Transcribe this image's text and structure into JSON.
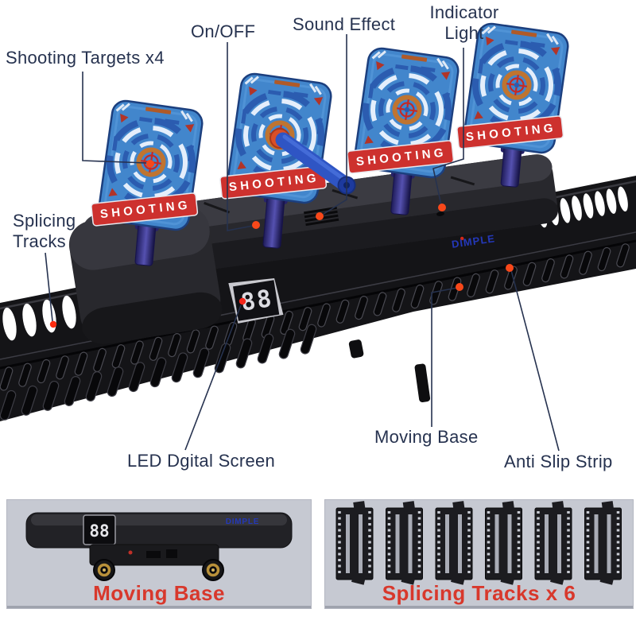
{
  "labels": {
    "shooting_targets": "Shooting Targets x4",
    "on_off": "On/OFF",
    "sound_effect": "Sound Effect",
    "indicator_light": "Indicator Light",
    "splicing_tracks": "Splicing Tracks",
    "led_screen": "LED Dgital Screen",
    "moving_base": "Moving Base",
    "anti_slip": "Anti Slip Strip"
  },
  "product": {
    "brand": "DIMPLE",
    "target_banner": "SHOOTING",
    "led_display": "88",
    "targets_count": 4
  },
  "insets": {
    "moving_base": {
      "caption": "Moving Base",
      "led_display": "88",
      "brand": "DIMPLE"
    },
    "splicing_tracks": {
      "caption": "Splicing Tracks x 6",
      "pieces_count": 6
    }
  },
  "colors": {
    "label_text": "#26324f",
    "caption_red": "#d8382c",
    "pointer_dot": "#f8481a",
    "target_blue": "#4286cc",
    "banner_red": "#cd312e",
    "post_purple": "#3b3587",
    "inset_background": "#c6c9d2"
  }
}
